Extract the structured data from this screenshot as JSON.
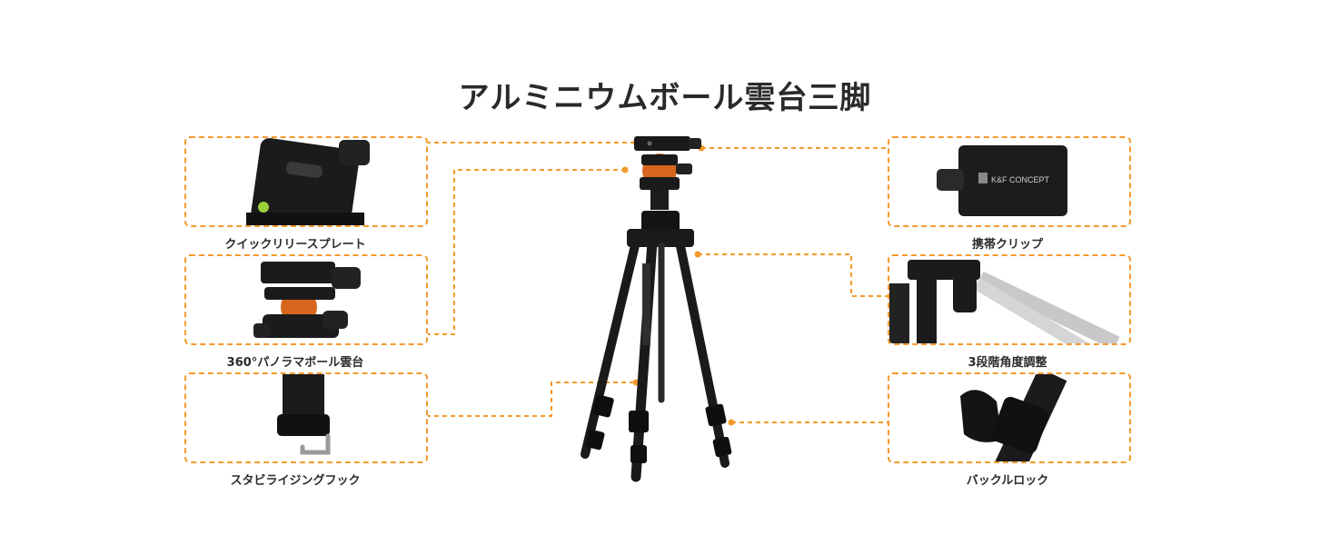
{
  "title": "アルミニウムボール雲台三脚",
  "features": [
    {
      "id": "quick-release-plate",
      "label": "クイックリリースプレート"
    },
    {
      "id": "panorama-ball-head",
      "label": "360°パノラマボール雲台"
    },
    {
      "id": "stabilizing-hook",
      "label": "スタビライジングフック"
    },
    {
      "id": "carry-clip",
      "label": "携帯クリップ"
    },
    {
      "id": "angle-adjust",
      "label": "3段階角度調整"
    },
    {
      "id": "buckle-lock",
      "label": "バックルロック"
    }
  ],
  "brand_mark": "K&F CONCEPT",
  "colors": {
    "accent": "#f39a2c",
    "product": "#1a1a1a",
    "ball": "#d9661e"
  }
}
